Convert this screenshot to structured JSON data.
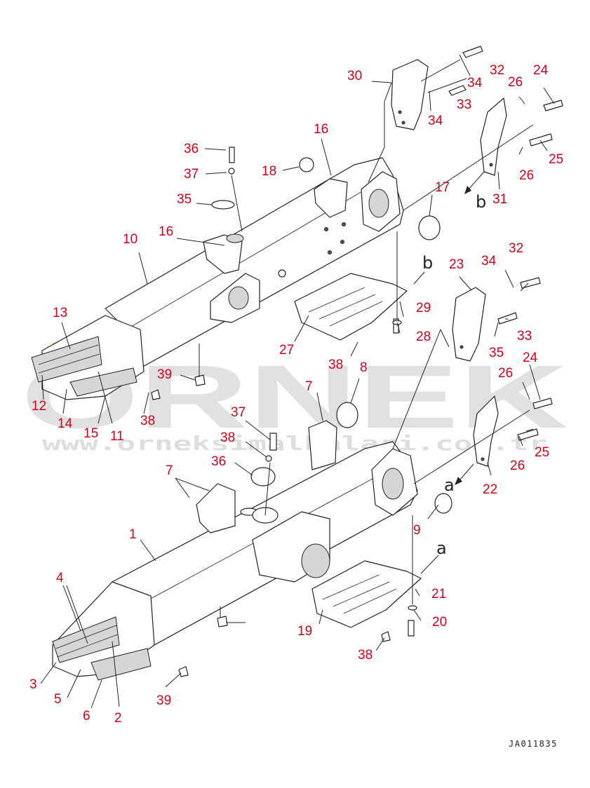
{
  "drawing_code": "JA011835",
  "watermark": {
    "brand": "ORNEK",
    "url": "www.orneksimalkalari.com.tr",
    "accent": "#f2c200"
  },
  "letter_refs": [
    "b",
    "b",
    "a",
    "a"
  ],
  "labels": [
    "1",
    "2",
    "3",
    "4",
    "5",
    "6",
    "7",
    "7",
    "8",
    "9",
    "10",
    "11",
    "12",
    "13",
    "14",
    "15",
    "16",
    "16",
    "17",
    "18",
    "19",
    "20",
    "21",
    "22",
    "23",
    "24",
    "24",
    "25",
    "25",
    "26",
    "26",
    "26",
    "26",
    "27",
    "28",
    "29",
    "30",
    "31",
    "32",
    "32",
    "33",
    "33",
    "34",
    "34",
    "34",
    "35",
    "35",
    "36",
    "36",
    "37",
    "37",
    "38",
    "38",
    "38",
    "38",
    "39",
    "39"
  ],
  "colors": {
    "label": "#d0021b",
    "line": "#222222"
  }
}
